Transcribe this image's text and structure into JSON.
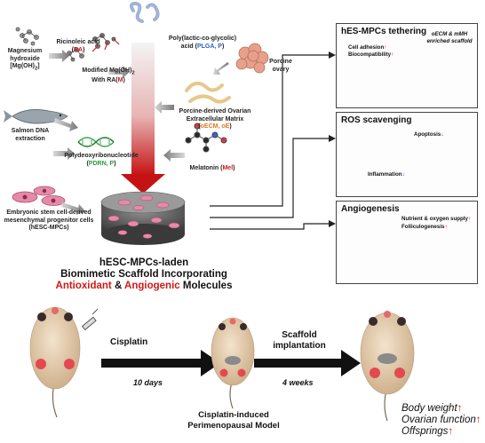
{
  "left_inputs": {
    "mgoh2": {
      "line1": "Magnesium",
      "line2": "hydroxide",
      "line3": "[Mg(OH)",
      "line3_sub": "2",
      "line3_end": "]"
    },
    "ra": {
      "line1": "Ricinoleic acid",
      "abbr": "RA"
    },
    "modified": {
      "line1": "Modified Mg(OH)",
      "sub": "2",
      "line2_pre": "With RA(",
      "abbr": "M",
      "line2_post": ")"
    },
    "plga": {
      "line1": "Poly(lactic-co-glycolic)",
      "line2_pre": "acid (",
      "abbr": "PLGA, P",
      "line2_post": ")"
    },
    "porcine_ovary": {
      "line1": "Porcine",
      "line2": "ovary"
    },
    "oecm": {
      "line1": "Porcine-derived Ovarian",
      "line2": "Extracellular Matrix",
      "abbr": "oECM, oE"
    },
    "salmon": {
      "line1": "Salmon DNA",
      "line2": "extraction"
    },
    "pdrn": {
      "line1": "Polydeoxyribonucleotide",
      "abbr": "PDRN, P"
    },
    "melatonin": {
      "line1": "Melatonin (",
      "abbr": "Mel",
      "line1_post": ")"
    },
    "hesc": {
      "line1": "Embryonic stem cell-derived",
      "line2": "mesenchymal progenitor cells",
      "line3": "(hESC-MPCs)"
    }
  },
  "scaffold_title": {
    "line1": "hESC-MPCs-laden",
    "line2": "Biomimetic Scaffold Incorporating",
    "antioxidant": "Antioxidant",
    "amp": " & ",
    "angiogenic": "Angiogenic",
    "molecules": " Molecules"
  },
  "panels": {
    "tethering": {
      "title": "hES-MPCs tethering",
      "cell_adhesion": "Cell adhesion",
      "biocompat": "Biocompatibility",
      "scaffold_note_1": "oECM & mMH",
      "scaffold_note_2": "enriched scaffold"
    },
    "ros": {
      "title": "ROS scavenging",
      "apoptosis": "Apoptosis",
      "inflammation": "Inflammation"
    },
    "angio": {
      "title": "Angiogenesis",
      "nutrient": "Nutrient & oxygen supply",
      "folliculogenesis": "Folliculogenesis"
    }
  },
  "timeline": {
    "cisplatin": "Cisplatin",
    "ten_days": "10 days",
    "scaffold_implant_1": "Scaffold",
    "scaffold_implant_2": "implantation",
    "four_weeks": "4 weeks",
    "model_line1": "Cisplatin-induced",
    "model_line2": "Perimenopausal Model"
  },
  "outcomes": {
    "body_weight": "Body weight",
    "ovarian_function": "Ovarian function",
    "offsprings": "Offsprings"
  },
  "colors": {
    "red_accent": "#d01818",
    "blue_accent": "#2a5fc9",
    "orange_accent": "#e07a1b",
    "green_accent": "#2f9a3a",
    "mouse_body": "#e7d2b6",
    "ovary": "#e24a50"
  }
}
